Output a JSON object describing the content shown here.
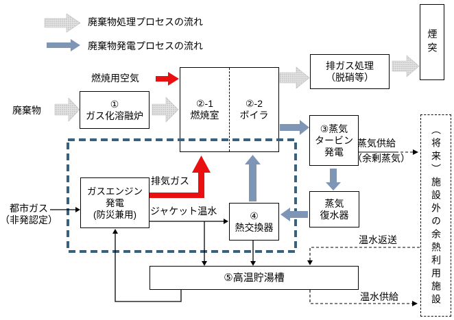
{
  "legend": {
    "waste_process": "廃棄物処理プロセスの流れ",
    "power_process": "廃棄物発電プロセスの流れ"
  },
  "nodes": {
    "chimney": {
      "label": "煙突"
    },
    "exhaust_treatment": {
      "lines": [
        "排ガス処理",
        "（脱硝等）"
      ]
    },
    "furnace": {
      "lines": [
        "①",
        "ガス化溶融炉"
      ]
    },
    "combustion_chamber": {
      "lines": [
        "②-1",
        "燃焼室"
      ]
    },
    "boiler": {
      "lines": [
        "②-2",
        "ボイラ"
      ]
    },
    "steam_turbine": {
      "lines": [
        "③蒸気",
        "タービン",
        "発電"
      ]
    },
    "condenser": {
      "lines": [
        "蒸気",
        "復水器"
      ]
    },
    "heat_exchanger": {
      "lines": [
        "④",
        "熱交換器"
      ]
    },
    "gas_engine": {
      "lines": [
        "ガスエンジン",
        "発電",
        "(防災兼用)"
      ]
    },
    "storage_tank": {
      "label": "⑤高温貯湯槽"
    },
    "future_facility": {
      "label": "（将来）施設外の余熱利用施設"
    }
  },
  "labels": {
    "waste": "廃棄物",
    "combustion_air": "燃焼用空気",
    "city_gas": [
      "都市ガス",
      "（非発認定）"
    ],
    "exhaust_gas": "排気ガス",
    "jacket_water": "ジャケット温水",
    "steam_supply": "蒸気供給",
    "steam_surplus": "（余剰蒸気）",
    "hot_water_return": "温水返送",
    "hot_water_supply": "温水供給"
  },
  "colors": {
    "blue_arrow": "#7e95b5",
    "red_arrow": "#e81010",
    "frame_blue": "#376180",
    "gray_arrow": "#cfcfcf"
  }
}
